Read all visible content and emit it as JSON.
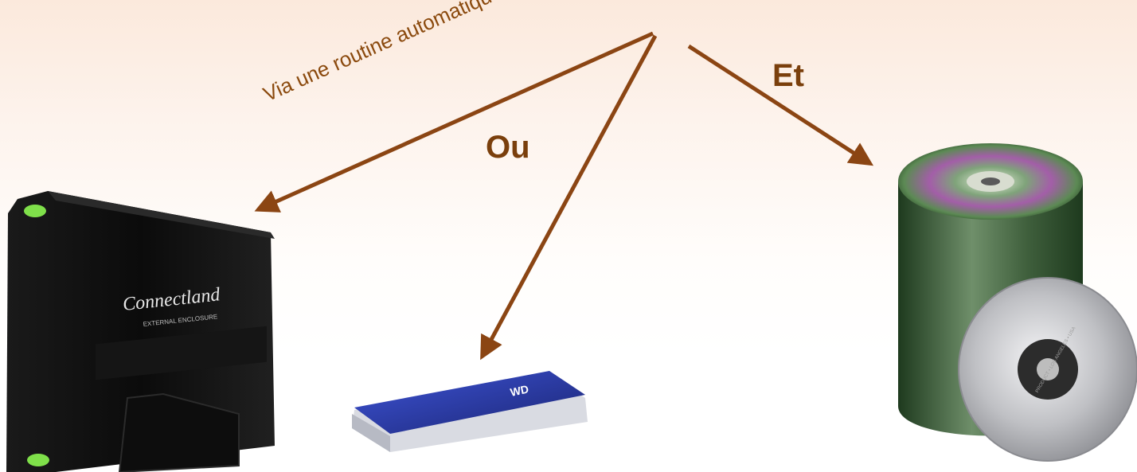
{
  "labels": {
    "routine": "Via une routine automatique",
    "or": "Ou",
    "and": "Et"
  },
  "devices": {
    "external_enclosure_brand": "Connectland",
    "external_enclosure_subtitle": "EXTERNAL ENCLOSURE",
    "portable_drive_logo": "WD",
    "disc_ring_text": "PRODUCT • LOS ANGELES • USA"
  },
  "colors": {
    "arrow": "#8b4513",
    "label": "#8b4a0e",
    "enclosure": "#111111",
    "led": "#7fe04a",
    "portable_drive": "#1f2f9e",
    "disc_stack": "#2f5b2f",
    "disc": "#c9c9cc"
  }
}
